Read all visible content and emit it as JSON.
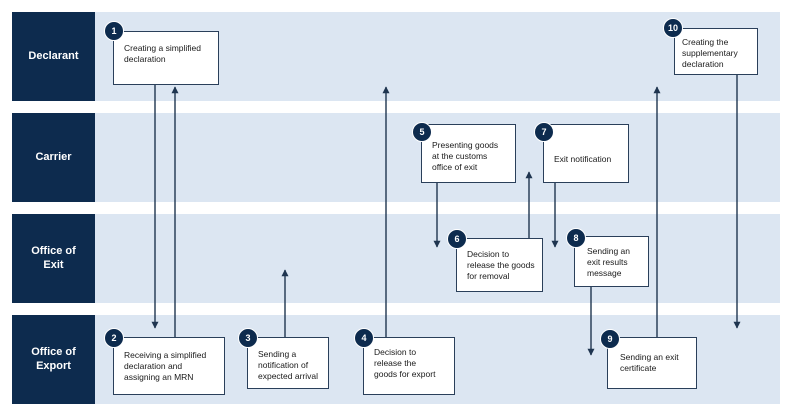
{
  "lanes": [
    {
      "label": "Declarant"
    },
    {
      "label": "Carrier"
    },
    {
      "label": "Office of\nExit"
    },
    {
      "label": "Office of\nExport"
    }
  ],
  "steps": [
    {
      "num": "1",
      "text": "Creating a simplified\ndeclaration"
    },
    {
      "num": "2",
      "text": "Receiving a simplified\ndeclaration and\nassigning an MRN"
    },
    {
      "num": "3",
      "text": "Sending a\nnotification of\nexpected arrival"
    },
    {
      "num": "4",
      "text": "Decision to\nrelease the\ngoods for export"
    },
    {
      "num": "5",
      "text": "Presenting goods\nat the customs\noffice of exit"
    },
    {
      "num": "6",
      "text": "Decision to\nrelease the goods\nfor removal"
    },
    {
      "num": "7",
      "text": "Exit notification"
    },
    {
      "num": "8",
      "text": "Sending an\nexit results\nmessage"
    },
    {
      "num": "9",
      "text": "Sending an exit\ncertificate"
    },
    {
      "num": "10",
      "text": "Creating the\nsupplementary\ndeclaration"
    }
  ],
  "colors": {
    "lane_label_bg": "#0d2b4e",
    "lane_bg": "#dce6f2",
    "arrow": "#1f3550"
  }
}
